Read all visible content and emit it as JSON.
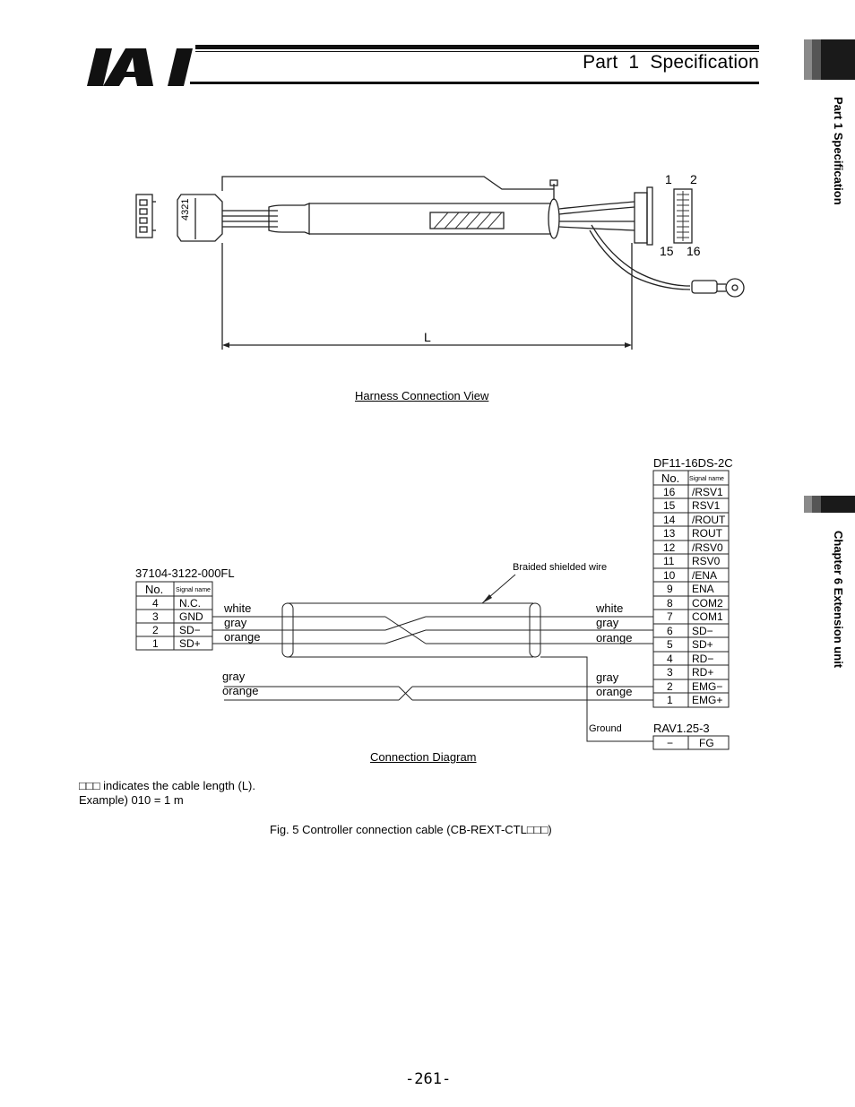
{
  "header": {
    "logo_text": "IAI",
    "title": "Part 1   Specification"
  },
  "side_tabs": {
    "tab1_label": "Part 1 Specification",
    "tab2_label": "Chapter 6 Extension unit"
  },
  "harness": {
    "pin_top_left": "1",
    "pin_top_right": "2",
    "pin_bottom_left": "15",
    "pin_bottom_right": "16",
    "connector_marking": "4321",
    "length_label": "L",
    "caption": "Harness Connection View"
  },
  "diagram": {
    "left_connector": {
      "part": "37104-3122-000FL",
      "header_no": "No.",
      "header_signal": "Signal name",
      "rows": [
        {
          "no": "4",
          "signal": "N.C."
        },
        {
          "no": "3",
          "signal": "GND"
        },
        {
          "no": "2",
          "signal": "SD−"
        },
        {
          "no": "1",
          "signal": "SD+"
        }
      ]
    },
    "right_connector": {
      "part": "DF11-16DS-2C",
      "header_no": "No.",
      "header_signal": "Signal name",
      "rows": [
        {
          "no": "16",
          "signal": "/RSV1"
        },
        {
          "no": "15",
          "signal": "RSV1"
        },
        {
          "no": "14",
          "signal": "/ROUT"
        },
        {
          "no": "13",
          "signal": "ROUT"
        },
        {
          "no": "12",
          "signal": "/RSV0"
        },
        {
          "no": "11",
          "signal": "RSV0"
        },
        {
          "no": "10",
          "signal": "/ENA"
        },
        {
          "no": "9",
          "signal": "ENA"
        },
        {
          "no": "8",
          "signal": "COM2"
        },
        {
          "no": "7",
          "signal": "COM1"
        },
        {
          "no": "6",
          "signal": "SD−"
        },
        {
          "no": "5",
          "signal": "SD+"
        },
        {
          "no": "4",
          "signal": "RD−"
        },
        {
          "no": "3",
          "signal": "RD+"
        },
        {
          "no": "2",
          "signal": "EMG−"
        },
        {
          "no": "1",
          "signal": "EMG+"
        }
      ]
    },
    "terminal": {
      "part": "RAV1.25-3",
      "no": "−",
      "signal": "FG"
    },
    "shield_label": "Braided shielded wire",
    "ground_label": "Ground",
    "wires_left_group1": [
      "white",
      "gray",
      "orange"
    ],
    "wires_right_group1": [
      "white",
      "gray",
      "orange"
    ],
    "wires_left_group2": [
      "gray",
      "orange"
    ],
    "wires_right_group2": [
      "gray",
      "orange"
    ],
    "caption": "Connection Diagram"
  },
  "notes": {
    "line1": "□□□ indicates the cable length (L).",
    "line2": "Example) 010 = 1 m"
  },
  "figure_caption": "Fig. 5 Controller connection cable (CB-REXT-CTL□□□)",
  "page_number": "-261-"
}
